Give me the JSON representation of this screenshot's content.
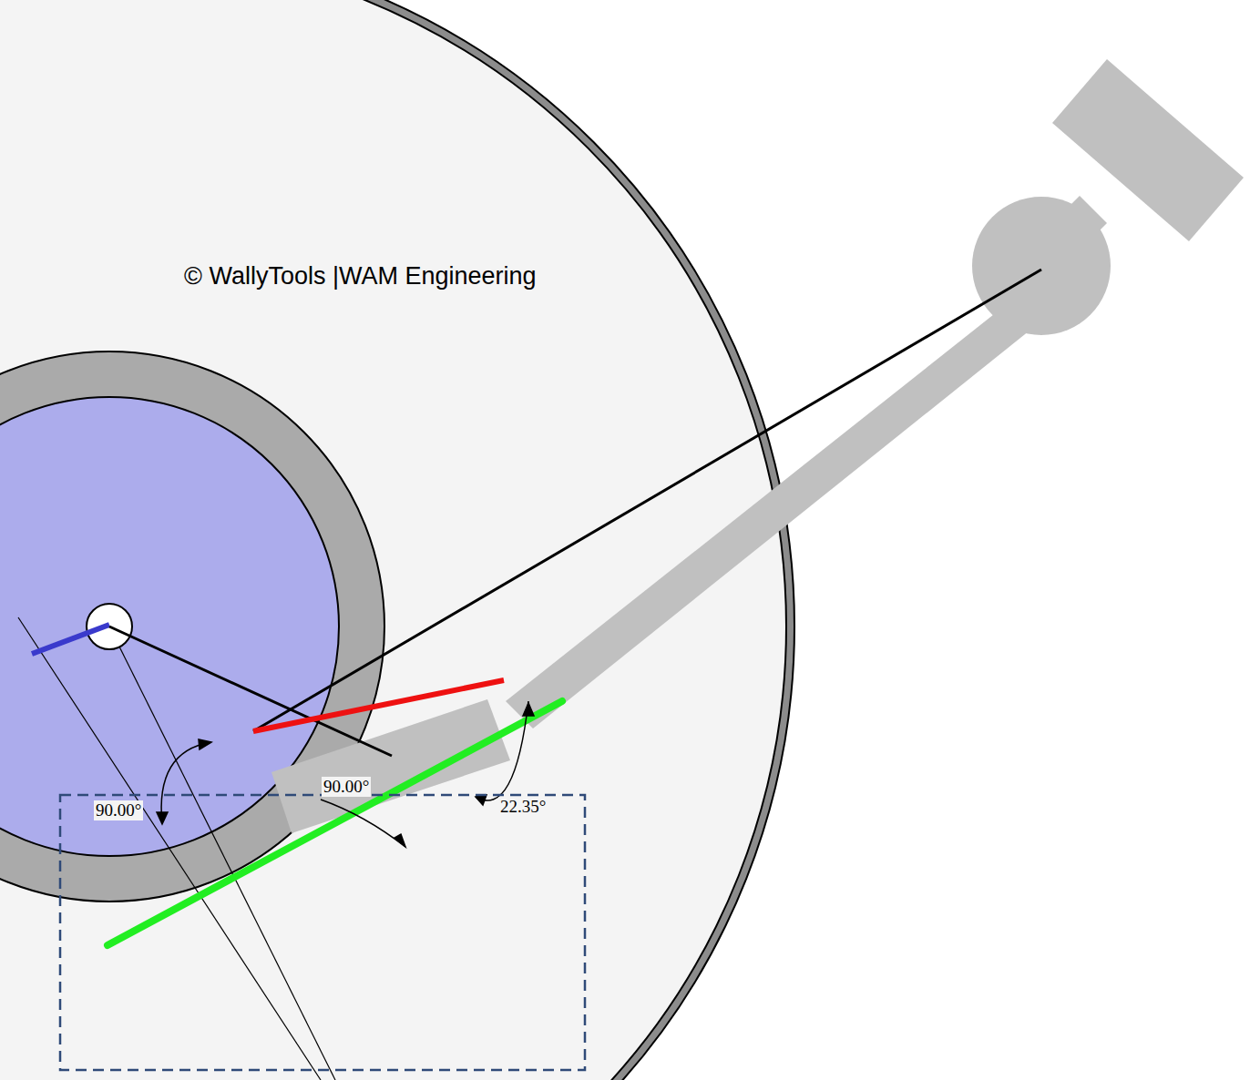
{
  "diagram": {
    "labels": [
      "© WallyTools |WAM Engineering",
      "90.00°",
      "22.35°",
      "90.00°"
    ]
  }
}
